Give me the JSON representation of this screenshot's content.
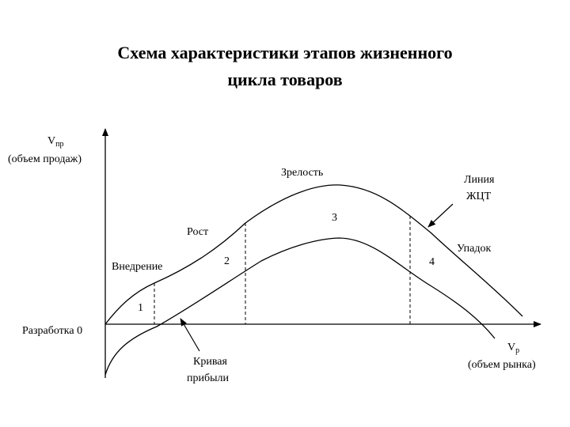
{
  "title": {
    "line1": "Схема характеристики этапов жизненного",
    "line2": "цикла товаров"
  },
  "axes": {
    "y_label": "V",
    "y_label_sub": "пр",
    "y_caption": "(объем продаж)",
    "x_label": "V",
    "x_label_sub": "р",
    "x_caption": "(объем рынка)",
    "origin_label": "Разработка 0"
  },
  "stages": {
    "introduction": "Внедрение",
    "growth": "Рост",
    "maturity": "Зрелость",
    "decline": "Упадок"
  },
  "stage_numbers": [
    "1",
    "2",
    "3",
    "4"
  ],
  "annotations": {
    "lifecycle_line_1": "Линия",
    "lifecycle_line_2": "ЖЦТ",
    "profit_curve_1": "Кривая",
    "profit_curve_2": "прибыли"
  }
}
